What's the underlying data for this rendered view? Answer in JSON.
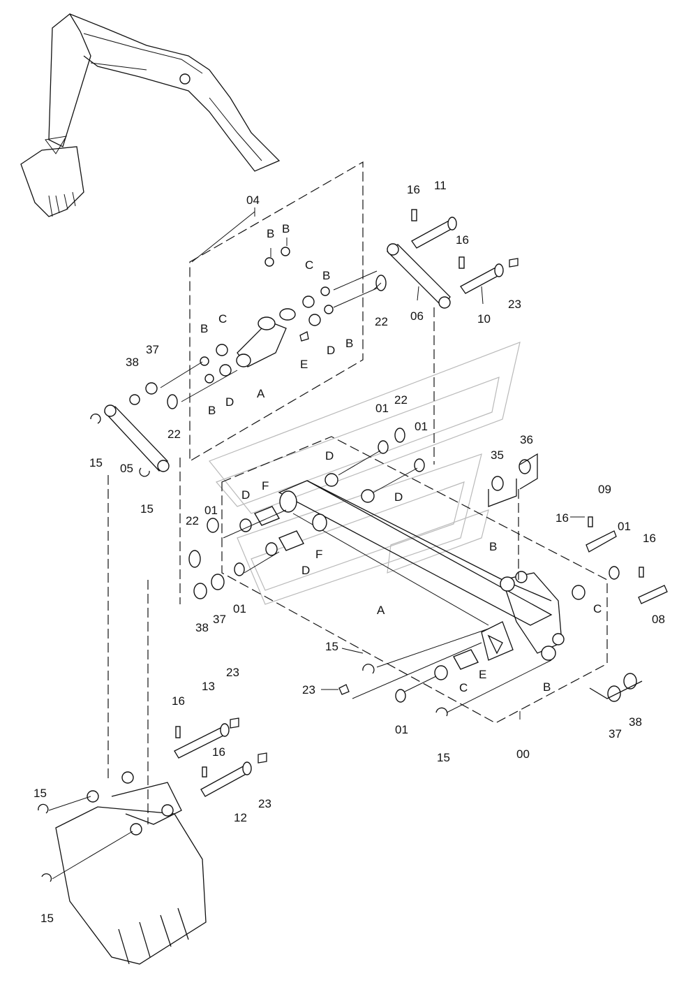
{
  "labels": {
    "p04": "04",
    "p16a": "16",
    "p11": "11",
    "p16b": "16",
    "p23a": "23",
    "p10": "10",
    "p06": "06",
    "p22a": "22",
    "pB1": "B",
    "pB2": "B",
    "pB3": "B",
    "pB4": "B",
    "pB5": "B",
    "pB6": "B",
    "pC1": "C",
    "pC2": "C",
    "pD1": "D",
    "pD2": "D",
    "pE1": "E",
    "pA1": "A",
    "p38a": "38",
    "p37a": "37",
    "p22b": "22",
    "p15a": "15",
    "p05": "05",
    "p15b": "15",
    "p01a": "01",
    "p22c": "22",
    "p01b": "01",
    "p35": "35",
    "p36": "36",
    "pD3": "D",
    "pD4": "D",
    "pD5": "D",
    "pF1": "F",
    "pF2": "F",
    "pD6": "D",
    "p22d": "22",
    "p01c": "01",
    "p38b": "38",
    "p37b": "37",
    "p01d": "01",
    "pA2": "A",
    "pB7": "B",
    "p09": "09",
    "p16c": "16",
    "p01e": "01",
    "p16d": "16",
    "pC3": "C",
    "p08": "08",
    "p15c": "15",
    "p23b": "23",
    "pC4": "C",
    "pE2": "E",
    "pB8": "B",
    "p01f": "01",
    "p15d": "15",
    "p00": "00",
    "p37c": "37",
    "p38c": "38",
    "p23c": "23",
    "p13": "13",
    "p16e": "16",
    "p16f": "16",
    "p23d": "23",
    "p12": "12",
    "p15e": "15",
    "p15f": "15"
  }
}
